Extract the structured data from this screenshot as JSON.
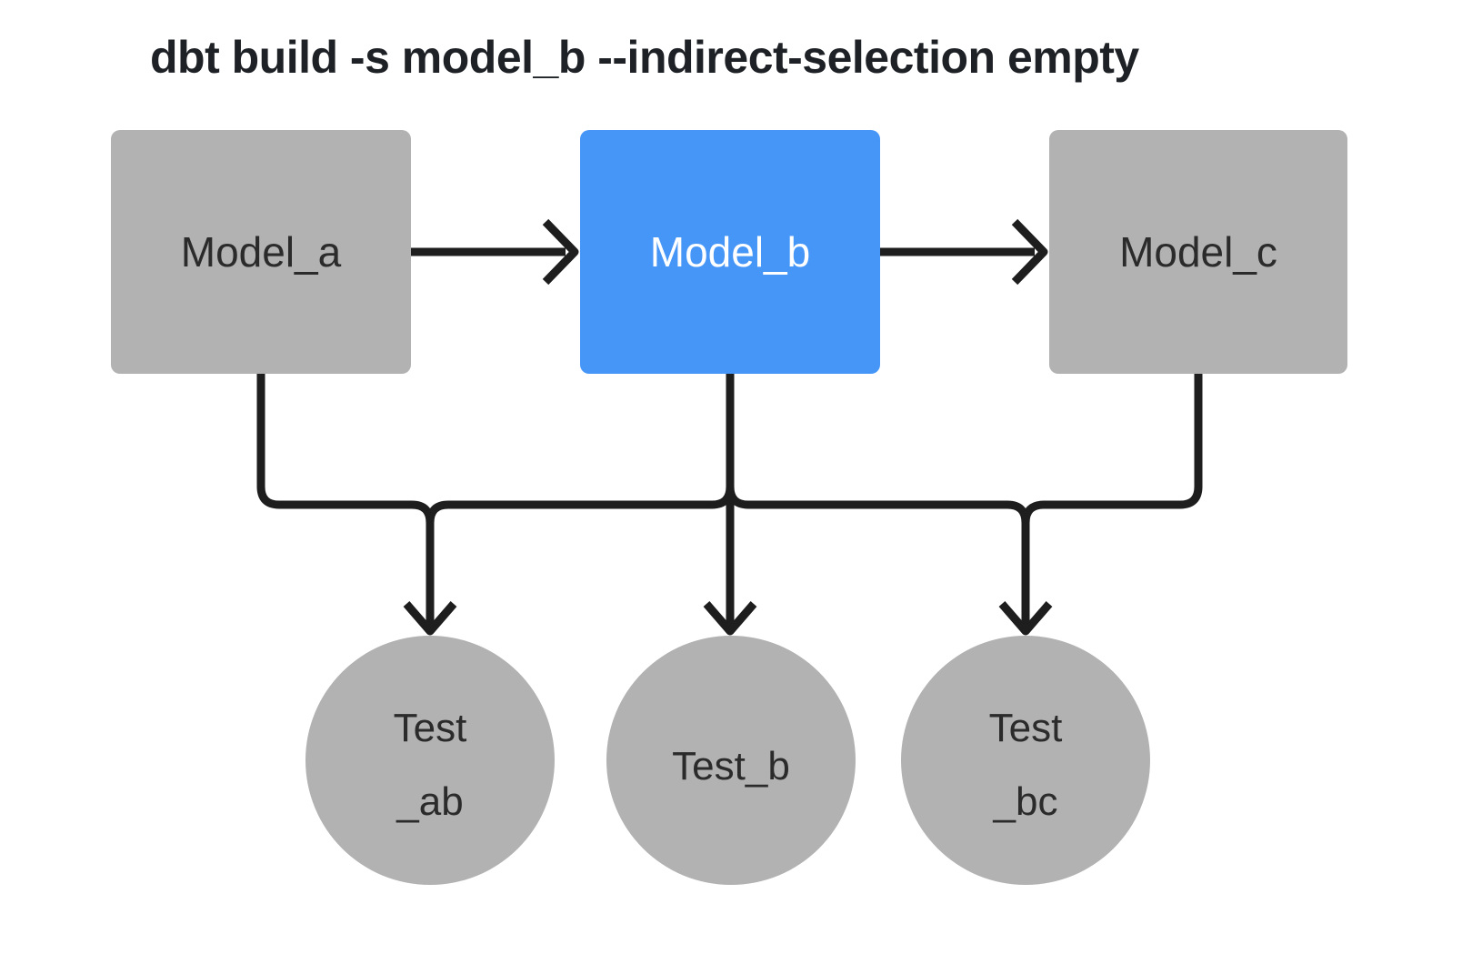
{
  "title": "dbt build -s model_b --indirect-selection empty",
  "colors": {
    "background": "#ffffff",
    "node_gray": "#b2b2b2",
    "node_selected_blue": "#4696f8",
    "edge_black": "#1e1e1e",
    "label_dark": "#2b2b2b",
    "label_on_blue": "#ffffff",
    "title_color": "#1e2125"
  },
  "diagram": {
    "models": [
      {
        "id": "model_a",
        "label": "Model_a",
        "selected": false
      },
      {
        "id": "model_b",
        "label": "Model_b",
        "selected": true
      },
      {
        "id": "model_c",
        "label": "Model_c",
        "selected": false
      }
    ],
    "tests": [
      {
        "id": "test_ab",
        "label": "Test_ab",
        "line1": "Test",
        "line2": "_ab"
      },
      {
        "id": "test_b",
        "label": "Test_b",
        "line1": "Test_b",
        "line2": ""
      },
      {
        "id": "test_bc",
        "label": "Test_bc",
        "line1": "Test",
        "line2": "_bc"
      }
    ],
    "edges": [
      {
        "from": "model_a",
        "to": "model_b"
      },
      {
        "from": "model_b",
        "to": "model_c"
      },
      {
        "from": "model_a",
        "to": "test_ab"
      },
      {
        "from": "model_b",
        "to": "test_ab"
      },
      {
        "from": "model_b",
        "to": "test_b"
      },
      {
        "from": "model_b",
        "to": "test_bc"
      },
      {
        "from": "model_c",
        "to": "test_bc"
      }
    ]
  }
}
